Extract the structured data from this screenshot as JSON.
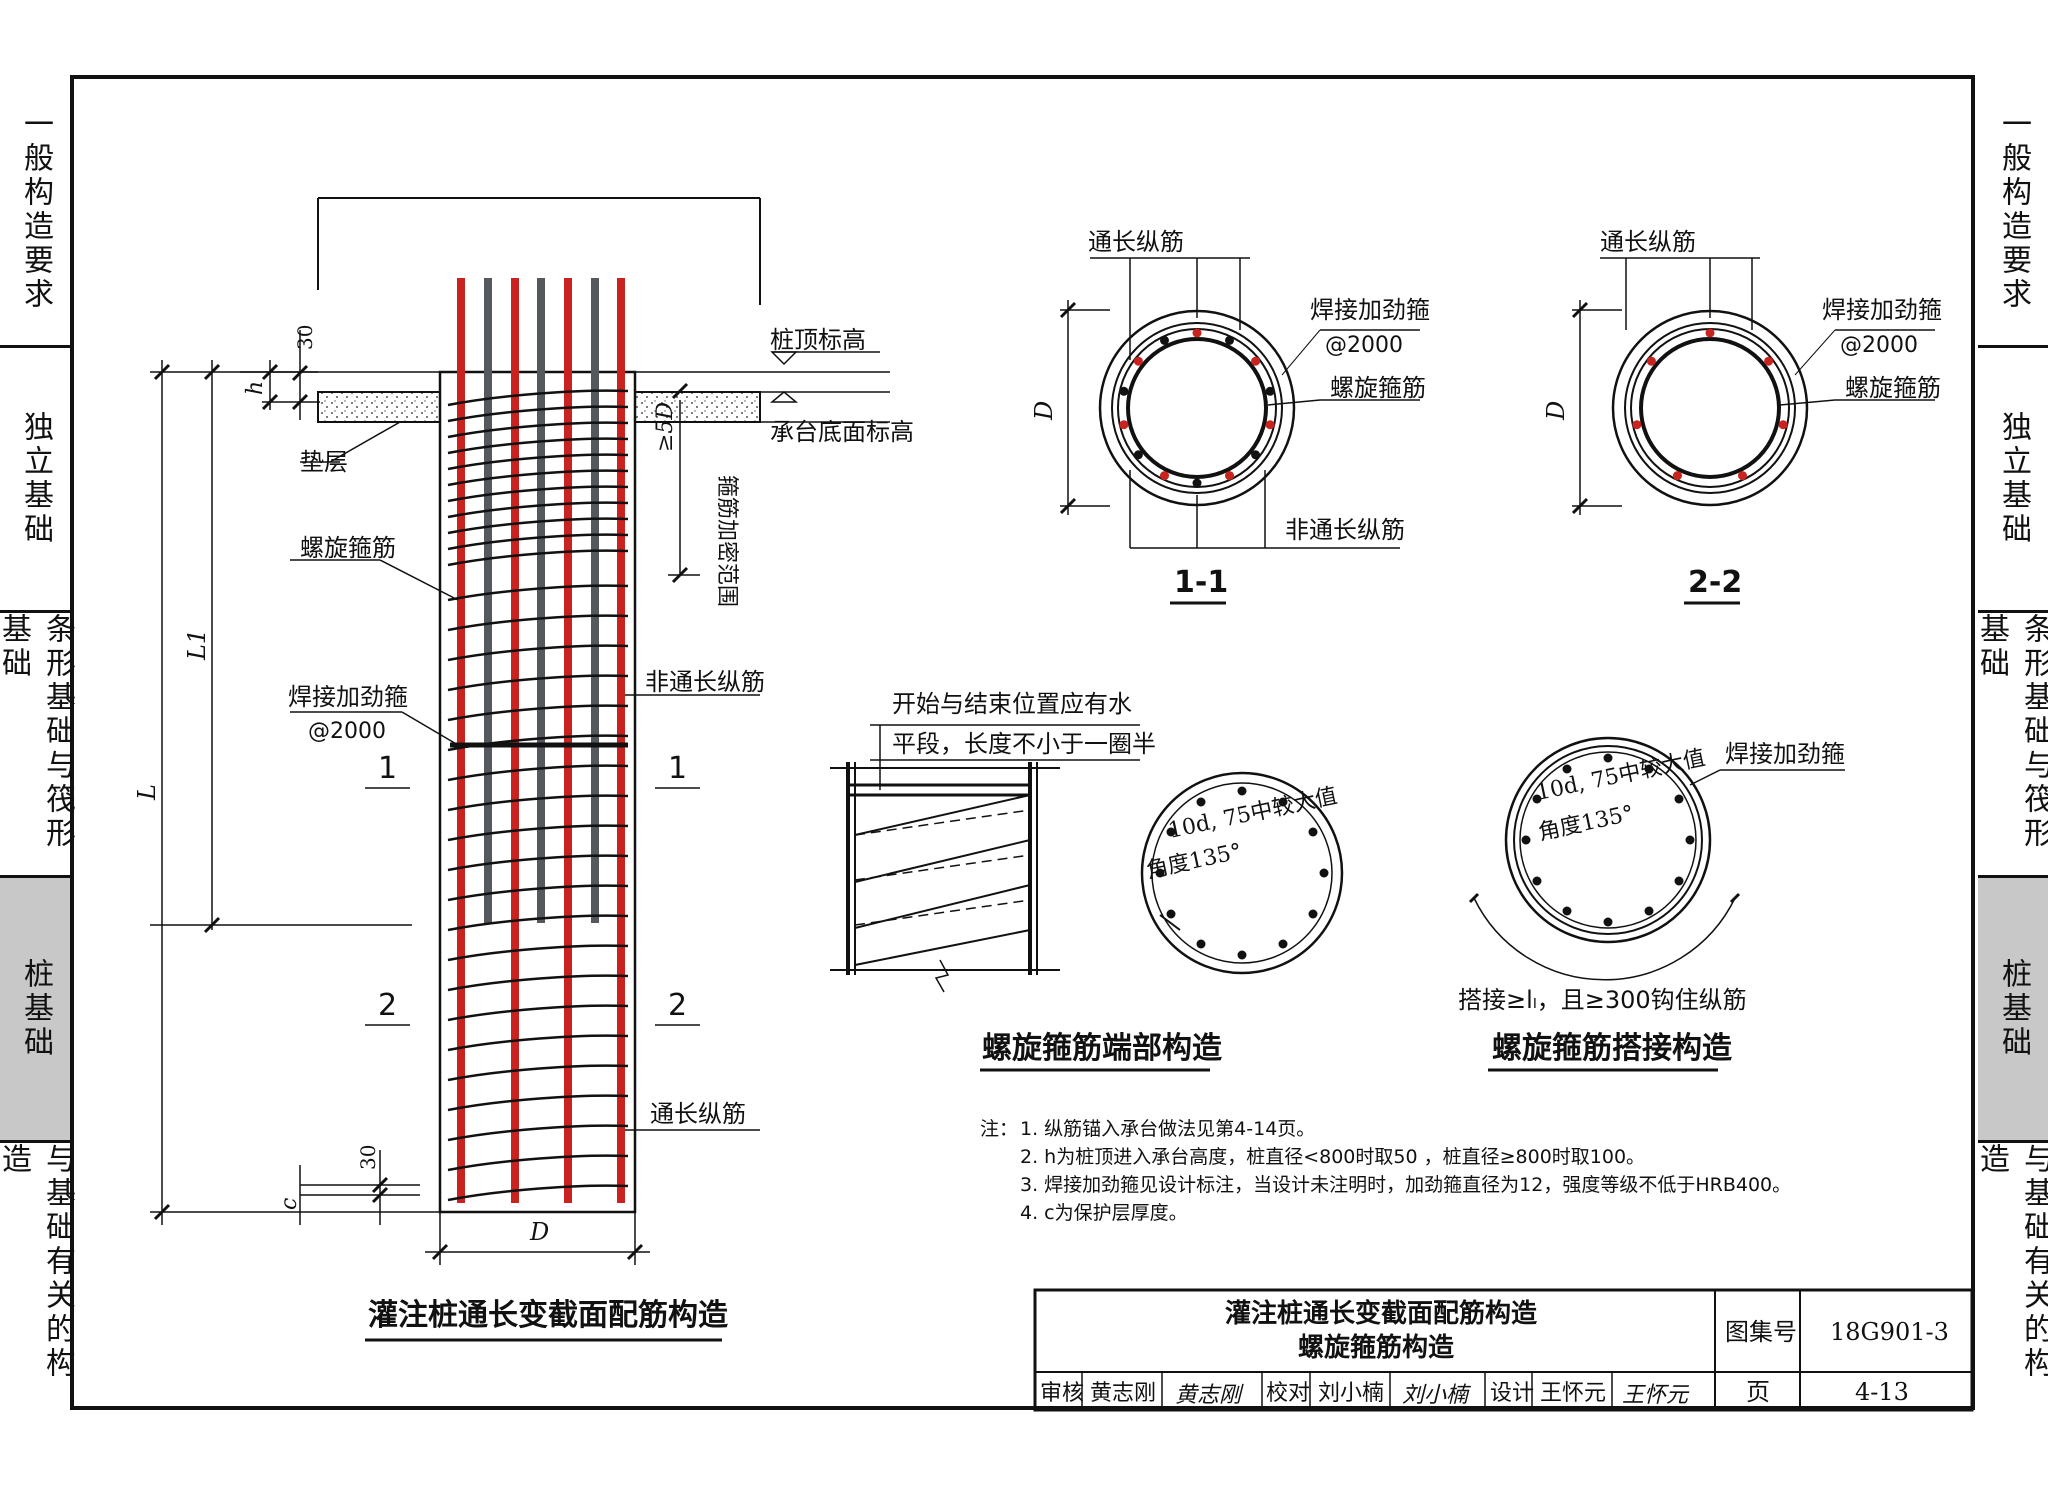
{
  "sidebar": {
    "tabs": [
      {
        "label": "一般构造要求",
        "active": false
      },
      {
        "label": "独立基础",
        "active": false
      },
      {
        "label": "条形基础与筏形基础",
        "active": false
      },
      {
        "label": "桩基础",
        "active": true
      },
      {
        "label": "与基础有关的构造",
        "active": false
      }
    ]
  },
  "main_drawing": {
    "caption": "灌注桩通长变截面配筋构造",
    "labels": {
      "top_elev": "桩顶标高",
      "cap_bottom": "承台底面标高",
      "cushion": "垫层",
      "spiral": "螺旋箍筋",
      "welded_ring": "焊接加劲箍",
      "welded_spacing": "@2000",
      "non_through": "非通长纵筋",
      "through": "通长纵筋",
      "dense_zone": "箍筋加密范围",
      "dense_len": "≥5D",
      "dim_30_top": "30",
      "dim_30_bot": "30",
      "dim_h": "h",
      "dim_c": "c",
      "dim_L": "L",
      "dim_L1": "L1",
      "dim_D": "D",
      "sec1_left": "1",
      "sec1_right": "1",
      "sec2_left": "2",
      "sec2_right": "2"
    }
  },
  "section_1": {
    "title": "1-1",
    "through": "通长纵筋",
    "welded": "焊接加劲箍",
    "spacing": "@2000",
    "spiral": "螺旋箍筋",
    "non_through": "非通长纵筋",
    "dim_D": "D"
  },
  "section_2": {
    "title": "2-2",
    "through": "通长纵筋",
    "welded": "焊接加劲箍",
    "spacing": "@2000",
    "spiral": "螺旋箍筋",
    "dim_D": "D"
  },
  "end_detail": {
    "caption": "螺旋箍筋端部构造",
    "note_line1": "开始与结束位置应有水",
    "note_line2": "平段，长度不小于一圈半",
    "hook_line1": "10d, 75中较大值",
    "hook_line2": "角度135°"
  },
  "lap_detail": {
    "caption": "螺旋箍筋搭接构造",
    "welded": "焊接加劲箍",
    "hook_line1": "10d, 75中较大值",
    "hook_line2": "角度135°",
    "lap_note": "搭接≥lₗ，且≥300钩住纵筋"
  },
  "notes": {
    "prefix": "注：",
    "items": [
      "1. 纵筋锚入承台做法见第4-14页。",
      "2. h为桩顶进入承台高度，桩直径<800时取50 ，桩直径≥800时取100。",
      "3. 焊接加劲箍见设计标注，当设计未注明时，加劲箍直径为12，强度等级不低于HRB400。",
      "4. c为保护层厚度。"
    ]
  },
  "title_block": {
    "title_line1": "灌注桩通长变截面配筋构造",
    "title_line2": "螺旋箍筋构造",
    "atlas_label": "图集号",
    "atlas_no": "18G901-3",
    "review_label": "审核",
    "reviewer": "黄志刚",
    "reviewer_sign": "黄志刚",
    "check_label": "校对",
    "checker": "刘小楠",
    "checker_sign": "刘小楠",
    "design_label": "设计",
    "designer": "王怀元",
    "designer_sign": "王怀元",
    "page_label": "页",
    "page_no": "4-13"
  },
  "colors": {
    "through_bar": "#c8231e",
    "non_through_bar": "#55585c",
    "line": "#111111",
    "active_tab": "#c8c8c8"
  }
}
